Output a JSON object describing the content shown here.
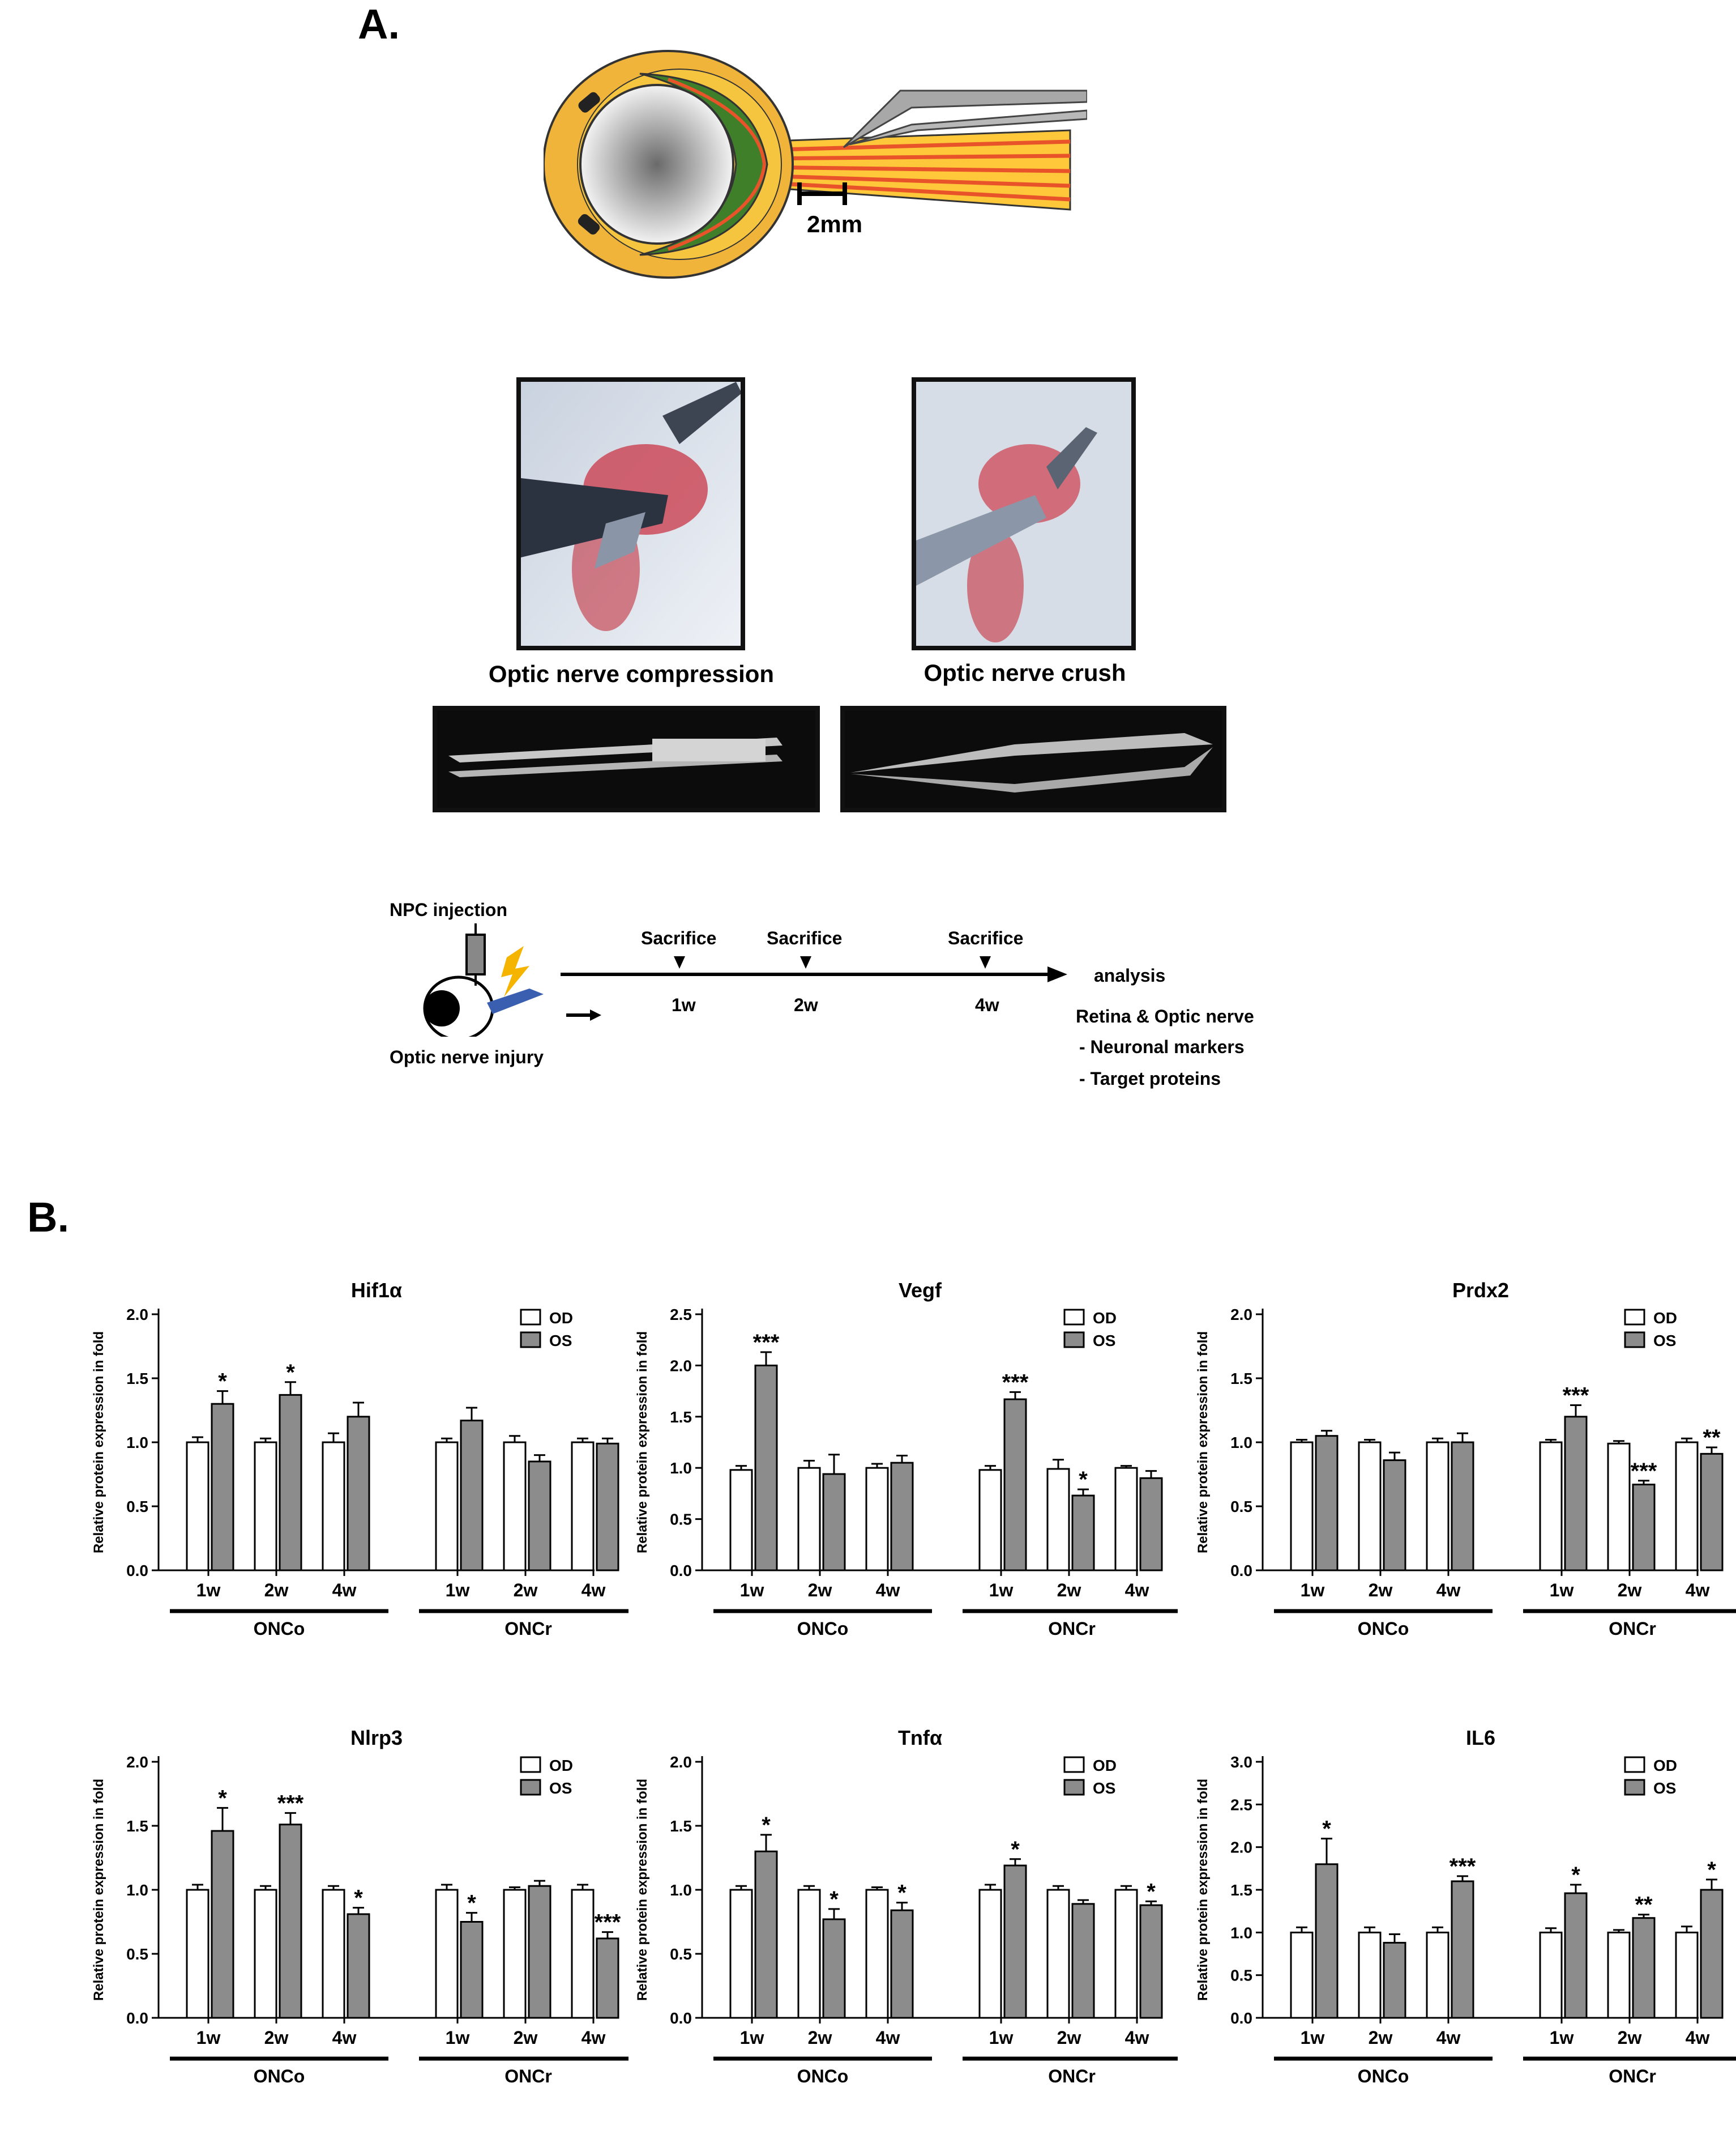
{
  "panel_a": {
    "label": "A.",
    "scale_label": "2mm",
    "compression_caption": "Optic nerve compression",
    "crush_caption": "Optic nerve crush",
    "timeline": {
      "injection_label": "NPC injection",
      "injury_label": "Optic nerve injury",
      "sacrifice_labels": [
        "Sacrifice",
        "Sacrifice",
        "Sacrifice"
      ],
      "time_labels": [
        "1w",
        "2w",
        "4w"
      ],
      "end_label": "analysis",
      "analysis_title": "Retina & Optic nerve",
      "analysis_items": [
        "- Neuronal markers",
        "- Target proteins"
      ]
    }
  },
  "panel_b": {
    "label": "B."
  },
  "colors": {
    "od": "#ffffff",
    "os": "#8c8c8c",
    "outline": "#000000"
  },
  "chart_data": [
    {
      "type": "bar",
      "title": "Hif1α",
      "ylabel": "Relative protein expression in fold",
      "ylim": [
        0,
        2.0
      ],
      "yticks": [
        "0.0",
        "0.5",
        "1.0",
        "1.5",
        "2.0"
      ],
      "categories": [
        "1w",
        "2w",
        "4w",
        "1w",
        "2w",
        "4w"
      ],
      "groups": [
        "ONCo",
        "ONCr"
      ],
      "legend": [
        "OD",
        "OS"
      ],
      "series": [
        {
          "name": "OD",
          "values": [
            1.0,
            1.0,
            1.0,
            1.0,
            1.0,
            1.0
          ],
          "errors": [
            0.04,
            0.03,
            0.07,
            0.03,
            0.05,
            0.03
          ]
        },
        {
          "name": "OS",
          "values": [
            1.3,
            1.37,
            1.2,
            1.17,
            0.85,
            0.99
          ],
          "errors": [
            0.1,
            0.1,
            0.11,
            0.1,
            0.05,
            0.04
          ]
        }
      ],
      "significance": [
        "*",
        "*",
        "",
        "",
        "",
        ""
      ]
    },
    {
      "type": "bar",
      "title": "Vegf",
      "ylabel": "Relative protein expression in fold",
      "ylim": [
        0,
        2.5
      ],
      "yticks": [
        "0.0",
        "0.5",
        "1.0",
        "1.5",
        "2.0",
        "2.5"
      ],
      "categories": [
        "1w",
        "2w",
        "4w",
        "1w",
        "2w",
        "4w"
      ],
      "groups": [
        "ONCo",
        "ONCr"
      ],
      "legend": [
        "OD",
        "OS"
      ],
      "series": [
        {
          "name": "OD",
          "values": [
            0.98,
            1.0,
            1.0,
            0.98,
            0.99,
            1.0
          ],
          "errors": [
            0.04,
            0.07,
            0.04,
            0.04,
            0.09,
            0.02
          ]
        },
        {
          "name": "OS",
          "values": [
            2.0,
            0.94,
            1.05,
            1.67,
            0.73,
            0.9
          ],
          "errors": [
            0.13,
            0.19,
            0.07,
            0.07,
            0.06,
            0.07
          ]
        }
      ],
      "significance": [
        "***",
        "",
        "",
        "***",
        "*",
        ""
      ]
    },
    {
      "type": "bar",
      "title": "Prdx2",
      "ylabel": "Relative protein expression in fold",
      "ylim": [
        0,
        2.0
      ],
      "yticks": [
        "0.0",
        "0.5",
        "1.0",
        "1.5",
        "2.0"
      ],
      "categories": [
        "1w",
        "2w",
        "4w",
        "1w",
        "2w",
        "4w"
      ],
      "groups": [
        "ONCo",
        "ONCr"
      ],
      "legend": [
        "OD",
        "OS"
      ],
      "series": [
        {
          "name": "OD",
          "values": [
            1.0,
            1.0,
            1.0,
            1.0,
            0.99,
            1.0
          ],
          "errors": [
            0.02,
            0.02,
            0.03,
            0.02,
            0.02,
            0.03
          ]
        },
        {
          "name": "OS",
          "values": [
            1.05,
            0.86,
            1.0,
            1.2,
            0.67,
            0.91
          ],
          "errors": [
            0.04,
            0.06,
            0.07,
            0.09,
            0.03,
            0.05
          ]
        }
      ],
      "significance": [
        "",
        "",
        "",
        "***",
        "***",
        "**"
      ]
    },
    {
      "type": "bar",
      "title": "Nlrp3",
      "ylabel": "Relative protein expression in fold",
      "ylim": [
        0,
        2.0
      ],
      "yticks": [
        "0.0",
        "0.5",
        "1.0",
        "1.5",
        "2.0"
      ],
      "categories": [
        "1w",
        "2w",
        "4w",
        "1w",
        "2w",
        "4w"
      ],
      "groups": [
        "ONCo",
        "ONCr"
      ],
      "legend": [
        "OD",
        "OS"
      ],
      "series": [
        {
          "name": "OD",
          "values": [
            1.0,
            1.0,
            1.0,
            1.0,
            1.0,
            1.0
          ],
          "errors": [
            0.04,
            0.03,
            0.03,
            0.04,
            0.02,
            0.04
          ]
        },
        {
          "name": "OS",
          "values": [
            1.46,
            1.51,
            0.81,
            0.75,
            1.03,
            0.62
          ],
          "errors": [
            0.18,
            0.09,
            0.05,
            0.07,
            0.04,
            0.05
          ]
        }
      ],
      "significance": [
        "*",
        "***",
        "*",
        "*",
        "",
        "***"
      ]
    },
    {
      "type": "bar",
      "title": "Tnfα",
      "ylabel": "Relative protein expression in fold",
      "ylim": [
        0,
        2.0
      ],
      "yticks": [
        "0.0",
        "0.5",
        "1.0",
        "1.5",
        "2.0"
      ],
      "categories": [
        "1w",
        "2w",
        "4w",
        "1w",
        "2w",
        "4w"
      ],
      "groups": [
        "ONCo",
        "ONCr"
      ],
      "legend": [
        "OD",
        "OS"
      ],
      "series": [
        {
          "name": "OD",
          "values": [
            1.0,
            1.0,
            1.0,
            1.0,
            1.0,
            1.0
          ],
          "errors": [
            0.03,
            0.03,
            0.02,
            0.04,
            0.03,
            0.03
          ]
        },
        {
          "name": "OS",
          "values": [
            1.3,
            0.77,
            0.84,
            1.19,
            0.89,
            0.88
          ],
          "errors": [
            0.13,
            0.08,
            0.06,
            0.05,
            0.03,
            0.03
          ]
        }
      ],
      "significance": [
        "*",
        "*",
        "*",
        "*",
        "",
        "*"
      ]
    },
    {
      "type": "bar",
      "title": "IL6",
      "ylabel": "Relative protein expression in fold",
      "ylim": [
        0,
        3.0
      ],
      "yticks": [
        "0.0",
        "0.5",
        "1.0",
        "1.5",
        "2.0",
        "2.5",
        "3.0"
      ],
      "categories": [
        "1w",
        "2w",
        "4w",
        "1w",
        "2w",
        "4w"
      ],
      "groups": [
        "ONCo",
        "ONCr"
      ],
      "legend": [
        "OD",
        "OS"
      ],
      "series": [
        {
          "name": "OD",
          "values": [
            1.0,
            1.0,
            1.0,
            1.0,
            1.0,
            1.0
          ],
          "errors": [
            0.06,
            0.06,
            0.06,
            0.05,
            0.03,
            0.07
          ]
        },
        {
          "name": "OS",
          "values": [
            1.8,
            0.88,
            1.6,
            1.46,
            1.17,
            1.5
          ],
          "errors": [
            0.3,
            0.1,
            0.06,
            0.1,
            0.04,
            0.12
          ]
        }
      ],
      "significance": [
        "*",
        "",
        "***",
        "*",
        "**",
        "*"
      ]
    }
  ]
}
